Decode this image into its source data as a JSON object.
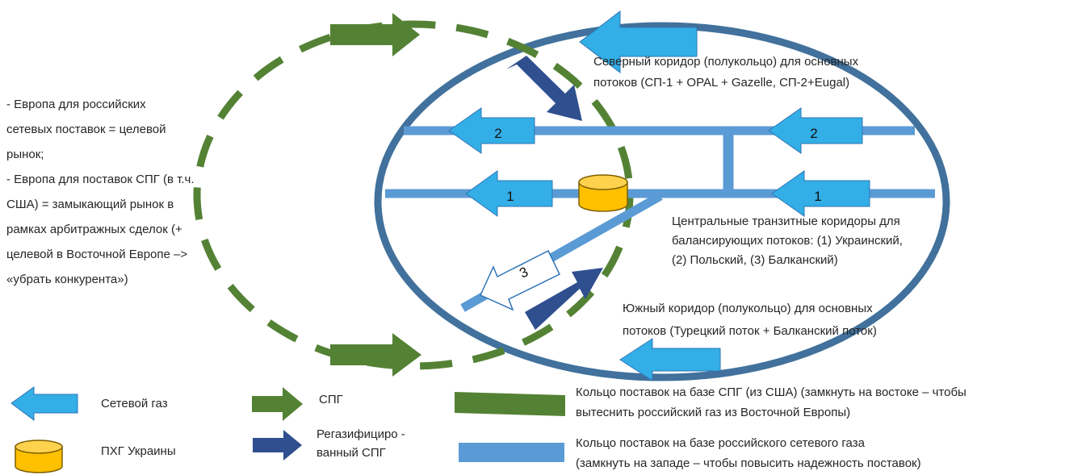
{
  "left_notes": {
    "lines": [
      "-  Европа для российских",
      "сетевых поставок = целевой",
      "рынок;",
      "-  Европа для поставок СПГ  (в т.ч.",
      "США) = замыкающий  рынок в",
      "рамках арбитражных сделок (+",
      "целевой в Восточной Европе –>",
      "«убрать конкурента»)"
    ]
  },
  "northern_corridor": {
    "line1": "Северный коридор  (полукольцо) для  основных",
    "line2": "потоков (СП-1 + OPAL + Gazelle, СП-2+Eugal)"
  },
  "central_corridors": {
    "line1": "Центральные  транзитные коридоры  для",
    "line2": "балансирующих  потоков: (1) Украинский,",
    "line3": "(2) Польский, (3) Балканский)"
  },
  "southern_corridor": {
    "line1": "Южный коридор  (полукольцо) для  основных",
    "line2": "потоков  (Турецкий поток + Балканский поток)"
  },
  "route_labels": {
    "route1": "1",
    "route2": "2",
    "route3": "3"
  },
  "legend": {
    "pipeline_gas": "Сетевой газ",
    "ugs_ukraine": "ПХГ Украины",
    "lng": "СПГ",
    "regas_line1": "Регазифициро -",
    "regas_line2": "ванный СПГ",
    "lng_ring_line1": "Кольцо поставок на базе СПГ (из США) (замкнуть на востоке – чтобы",
    "lng_ring_line2": "вытеснить российский газ из Восточной Европы)",
    "pipe_ring_line1": "Кольцо поставок на базе российского сетевого газа",
    "pipe_ring_line2": "(замкнуть на западе – чтобы повысить надежность поставок)"
  },
  "colors": {
    "ring_dark_blue": "#41719c",
    "pipe_light_blue": "#5b9bd5",
    "pipeline_arrow": "#33aee6",
    "lng_green": "#548235",
    "regas_navy": "#2f4f8f",
    "storage_yellow": "#ffc000"
  }
}
